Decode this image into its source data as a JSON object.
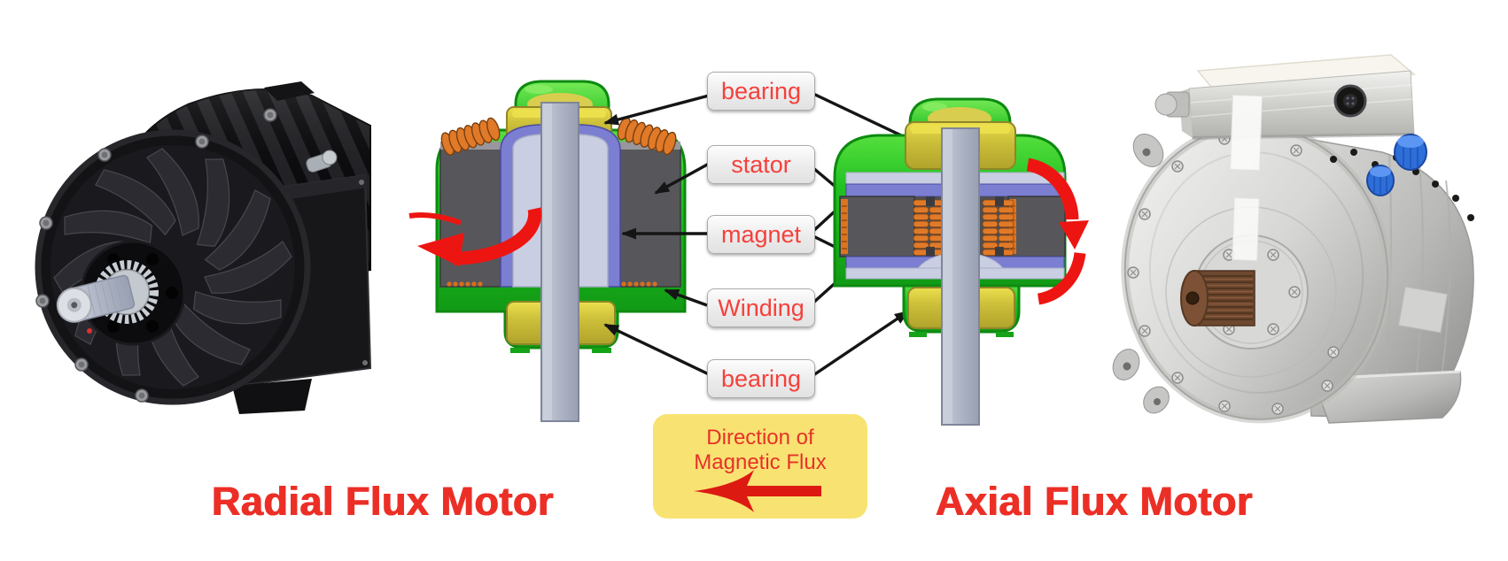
{
  "diagram": {
    "component_labels": {
      "bearing_top": "bearing",
      "stator": "stator",
      "magnet": "magnet",
      "winding": "Winding",
      "bearing_bottom": "bearing"
    }
  },
  "captions": {
    "radial": "Radial Flux Motor",
    "axial": "Axial Flux Motor"
  },
  "flux_box": {
    "line1": "Direction of",
    "line2": "Magnetic Flux"
  },
  "icons": {
    "radial_rotation_arrow": "curved-red-rotation-arrow-left",
    "axial_rotation_arrow": "curved-red-rotation-arrow-down",
    "flux_direction_arrow": "red-arrow-pointing-left"
  },
  "colors": {
    "label_text_red": "#F5403B",
    "caption_red": "#EC2F26",
    "flux_box_yellow": "#F8E272",
    "flux_text_red": "#E63228",
    "housing_green": "#2DC32A",
    "bearing_yellow": "#C9BC37",
    "shaft_gray": "#AFB5C5",
    "stator_gray": "#57575B",
    "coil_orange": "#E07A28",
    "magnet_purple": "#7B7ED1",
    "rotor_lavender": "#C9CEE3",
    "rotation_arrow_red": "#ED1511",
    "connector_line_black": "#151515"
  }
}
